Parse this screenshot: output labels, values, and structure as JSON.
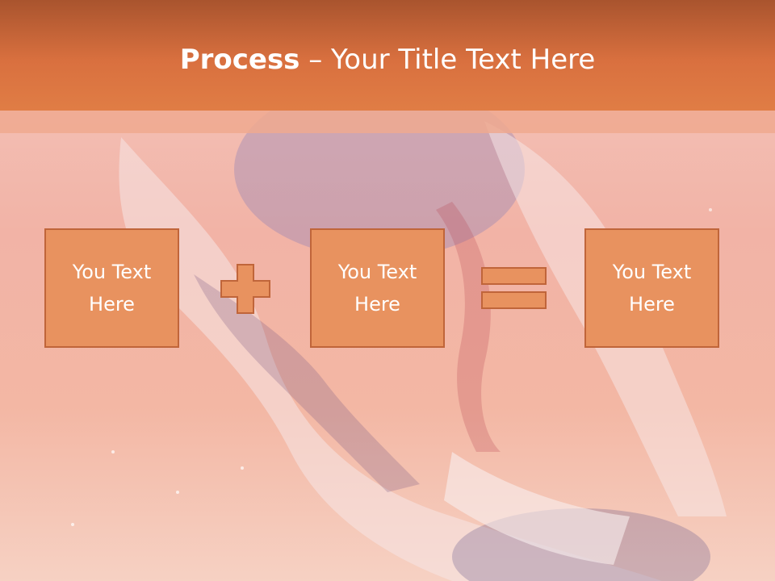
{
  "slide": {
    "title_bold": "Process",
    "title_rest": " – Your Title Text Here"
  },
  "boxes": [
    {
      "text": "You Text Here"
    },
    {
      "text": "You Text Here"
    },
    {
      "text": "You Text Here"
    }
  ],
  "operators": [
    {
      "icon": "plus-icon"
    },
    {
      "icon": "equals-icon"
    }
  ],
  "colors": {
    "header": "#d9703f",
    "box_fill": "#e8925f",
    "box_border": "#c0653a",
    "title_text": "#ffffff"
  }
}
